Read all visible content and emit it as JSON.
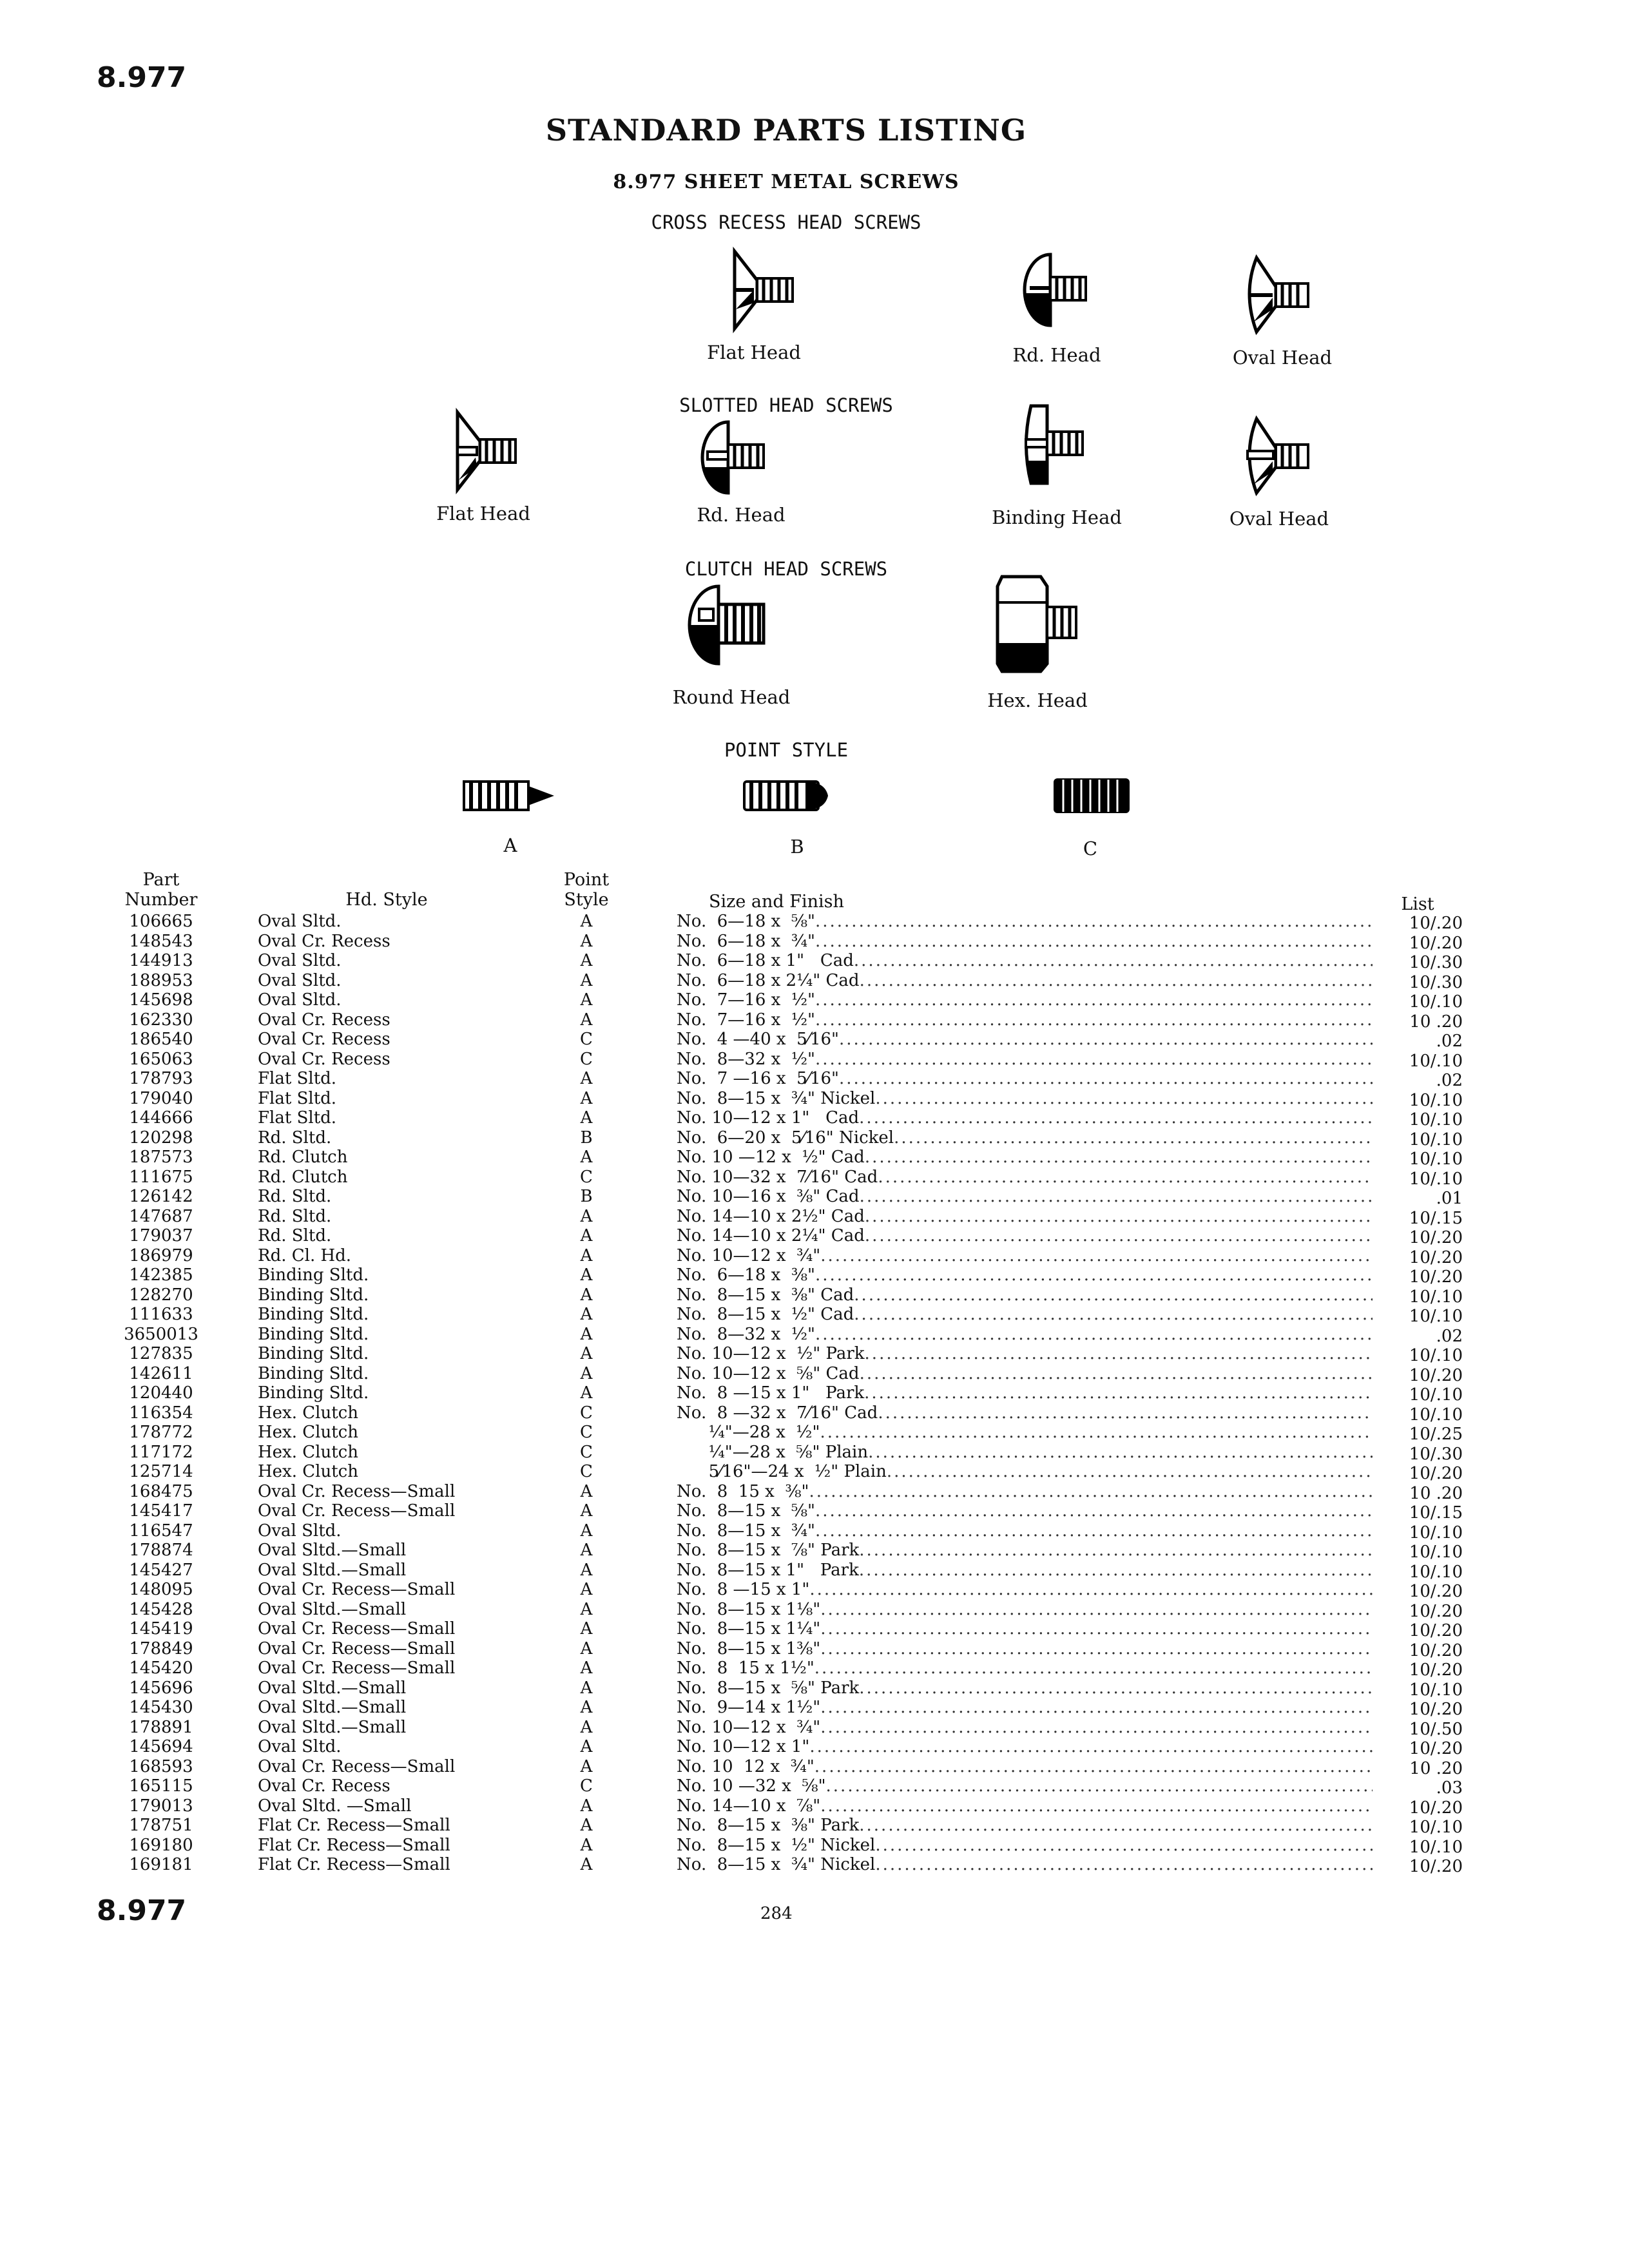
{
  "section_top": "8.977",
  "section_bottom": "8.977",
  "title": "STANDARD PARTS LISTING",
  "subtitle": "8.977  SHEET METAL SCREWS",
  "cross_recess": {
    "heading": "CROSS RECESS HEAD SCREWS",
    "items": [
      "Flat Head",
      "Rd. Head",
      "Oval Head"
    ]
  },
  "slotted": {
    "heading": "SLOTTED HEAD SCREWS",
    "items": [
      "Flat Head",
      "Rd. Head",
      "Binding Head",
      "Oval Head"
    ]
  },
  "clutch": {
    "heading": "CLUTCH HEAD SCREWS",
    "items": [
      "Round Head",
      "Hex. Head"
    ]
  },
  "point_style": {
    "heading": "POINT STYLE",
    "items": [
      "A",
      "B",
      "C"
    ]
  },
  "table": {
    "headers": {
      "part_1": "Part",
      "part_2": "Number",
      "hd": "Hd. Style",
      "pt_1": "Point",
      "pt_2": "Style",
      "size": "Size and Finish",
      "list": "List"
    },
    "rows": [
      {
        "part": "106665",
        "hd": "Oval Sltd.",
        "pt": "A",
        "size": "No.  6—18 x  ⅝\"",
        "list": "10/.20"
      },
      {
        "part": "148543",
        "hd": "Oval Cr. Recess",
        "pt": "A",
        "size": "No.  6—18 x  ¾\"",
        "list": "10/.20"
      },
      {
        "part": "144913",
        "hd": "Oval Sltd.",
        "pt": "A",
        "size": "No.  6—18 x 1\"   Cad",
        "list": "10/.30"
      },
      {
        "part": "188953",
        "hd": "Oval Sltd.",
        "pt": "A",
        "size": "No.  6—18 x 2¼\" Cad",
        "list": "10/.30"
      },
      {
        "part": "145698",
        "hd": "Oval Sltd.",
        "pt": "A",
        "size": "No.  7—16 x  ½\"",
        "list": "10/.10"
      },
      {
        "part": "162330",
        "hd": "Oval Cr. Recess",
        "pt": "A",
        "size": "No.  7—16 x  ½\"",
        "list": "10 .20"
      },
      {
        "part": "186540",
        "hd": "Oval Cr. Recess",
        "pt": "C",
        "size": "No.  4 —40 x  5⁄16\"",
        "list": ".02"
      },
      {
        "part": "165063",
        "hd": "Oval Cr. Recess",
        "pt": "C",
        "size": "No.  8—32 x  ½\"",
        "list": "10/.10"
      },
      {
        "part": "178793",
        "hd": "Flat Sltd.",
        "pt": "A",
        "size": "No.  7 —16 x  5⁄16\"",
        "list": ".02"
      },
      {
        "part": "179040",
        "hd": "Flat Sltd.",
        "pt": "A",
        "size": "No.  8—15 x  ¾\" Nickel",
        "list": "10/.10"
      },
      {
        "part": "144666",
        "hd": "Flat Sltd.",
        "pt": "A",
        "size": "No. 10—12 x 1\"   Cad",
        "list": "10/.10"
      },
      {
        "part": "120298",
        "hd": "Rd. Sltd.",
        "pt": "B",
        "size": "No.  6—20 x  5⁄16\" Nickel",
        "list": "10/.10"
      },
      {
        "part": "187573",
        "hd": "Rd. Clutch",
        "pt": "A",
        "size": "No. 10 —12 x  ½\" Cad",
        "list": "10/.10"
      },
      {
        "part": "111675",
        "hd": "Rd. Clutch",
        "pt": "C",
        "size": "No. 10—32 x  7⁄16\" Cad",
        "list": "10/.10"
      },
      {
        "part": "126142",
        "hd": "Rd. Sltd.",
        "pt": "B",
        "size": "No. 10—16 x  ⅜\" Cad",
        "list": ".01"
      },
      {
        "part": "147687",
        "hd": "Rd. Sltd.",
        "pt": "A",
        "size": "No. 14—10 x 2½\" Cad",
        "list": "10/.15"
      },
      {
        "part": "179037",
        "hd": "Rd. Sltd.",
        "pt": "A",
        "size": "No. 14—10 x 2¼\" Cad",
        "list": "10/.20"
      },
      {
        "part": "186979",
        "hd": "Rd. Cl. Hd.",
        "pt": "A",
        "size": "No. 10—12 x  ¾\"",
        "list": "10/.20"
      },
      {
        "part": "142385",
        "hd": "Binding Sltd.",
        "pt": "A",
        "size": "No.  6—18 x  ⅜\"",
        "list": "10/.20"
      },
      {
        "part": "128270",
        "hd": "Binding Sltd.",
        "pt": "A",
        "size": "No.  8—15 x  ⅜\" Cad",
        "list": "10/.10"
      },
      {
        "part": "111633",
        "hd": "Binding Sltd.",
        "pt": "A",
        "size": "No.  8—15 x  ½\" Cad",
        "list": "10/.10"
      },
      {
        "part": "3650013",
        "hd": "Binding Sltd.",
        "pt": "A",
        "size": "No.  8—32 x  ½\"",
        "list": ".02"
      },
      {
        "part": "127835",
        "hd": "Binding Sltd.",
        "pt": "A",
        "size": "No. 10—12 x  ½\" Park",
        "list": "10/.10"
      },
      {
        "part": "142611",
        "hd": "Binding Sltd.",
        "pt": "A",
        "size": "No. 10—12 x  ⅝\" Cad",
        "list": "10/.20"
      },
      {
        "part": "120440",
        "hd": "Binding Sltd.",
        "pt": "A",
        "size": "No.  8 —15 x 1\"   Park",
        "list": "10/.10"
      },
      {
        "part": "116354",
        "hd": "Hex. Clutch",
        "pt": "C",
        "size": "No.  8 —32 x  7⁄16\" Cad",
        "list": "10/.10"
      },
      {
        "part": "178772",
        "hd": "Hex. Clutch",
        "pt": "C",
        "size": "      ¼\"—28 x  ½\"",
        "list": "10/.25"
      },
      {
        "part": "117172",
        "hd": "Hex. Clutch",
        "pt": "C",
        "size": "      ¼\"—28 x  ⅝\" Plain",
        "list": "10/.30"
      },
      {
        "part": "125714",
        "hd": "Hex. Clutch",
        "pt": "C",
        "size": "      5⁄16\"—24 x  ½\" Plain",
        "list": "10/.20"
      },
      {
        "part": "168475",
        "hd": "Oval Cr. Recess—Small",
        "pt": "A",
        "size": "No.  8  15 x  ⅜\"",
        "list": "10 .20"
      },
      {
        "part": "145417",
        "hd": "Oval Cr. Recess—Small",
        "pt": "A",
        "size": "No.  8—15 x  ⅝\"",
        "list": "10/.15"
      },
      {
        "part": "116547",
        "hd": "Oval Sltd.",
        "pt": "A",
        "size": "No.  8—15 x  ¾\"",
        "list": "10/.10"
      },
      {
        "part": "178874",
        "hd": "Oval Sltd.—Small",
        "pt": "A",
        "size": "No.  8—15 x  ⅞\" Park",
        "list": "10/.10"
      },
      {
        "part": "145427",
        "hd": "Oval Sltd.—Small",
        "pt": "A",
        "size": "No.  8—15 x 1\"   Park",
        "list": "10/.10"
      },
      {
        "part": "148095",
        "hd": "Oval Cr. Recess—Small",
        "pt": "A",
        "size": "No.  8 —15 x 1\"",
        "list": "10/.20"
      },
      {
        "part": "145428",
        "hd": "Oval Sltd.—Small",
        "pt": "A",
        "size": "No.  8—15 x 1⅛\"",
        "list": "10/.20"
      },
      {
        "part": "145419",
        "hd": "Oval Cr. Recess—Small",
        "pt": "A",
        "size": "No.  8—15 x 1¼\"",
        "list": "10/.20"
      },
      {
        "part": "178849",
        "hd": "Oval Cr. Recess—Small",
        "pt": "A",
        "size": "No.  8—15 x 1⅜\"",
        "list": "10/.20"
      },
      {
        "part": "145420",
        "hd": "Oval Cr. Recess—Small",
        "pt": "A",
        "size": "No.  8  15 x 1½\"",
        "list": "10/.20"
      },
      {
        "part": "145696",
        "hd": "Oval Sltd.—Small",
        "pt": "A",
        "size": "No.  8—15 x  ⅝\" Park",
        "list": "10/.10"
      },
      {
        "part": "145430",
        "hd": "Oval Sltd.—Small",
        "pt": "A",
        "size": "No.  9—14 x 1½\"",
        "list": "10/.20"
      },
      {
        "part": "178891",
        "hd": "Oval Sltd.—Small",
        "pt": "A",
        "size": "No. 10—12 x  ¾\"",
        "list": "10/.50"
      },
      {
        "part": "145694",
        "hd": "Oval Sltd.",
        "pt": "A",
        "size": "No. 10—12 x 1\"",
        "list": "10/.20"
      },
      {
        "part": "168593",
        "hd": "Oval Cr. Recess—Small",
        "pt": "A",
        "size": "No. 10  12 x  ¾\"",
        "list": "10 .20"
      },
      {
        "part": "165115",
        "hd": "Oval Cr. Recess",
        "pt": "C",
        "size": "No. 10 —32 x  ⅝\"",
        "list": ".03"
      },
      {
        "part": "179013",
        "hd": "Oval Sltd. —Small",
        "pt": "A",
        "size": "No. 14—10 x  ⅞\"",
        "list": "10/.20"
      },
      {
        "part": "178751",
        "hd": "Flat Cr. Recess—Small",
        "pt": "A",
        "size": "No.  8—15 x  ⅜\" Park",
        "list": "10/.10"
      },
      {
        "part": "169180",
        "hd": "Flat Cr. Recess—Small",
        "pt": "A",
        "size": "No.  8—15 x  ½\" Nickel",
        "list": "10/.10"
      },
      {
        "part": "169181",
        "hd": "Flat Cr. Recess—Small",
        "pt": "A",
        "size": "No.  8—15 x  ¾\" Nickel",
        "list": "10/.20"
      }
    ]
  },
  "page_number": "284"
}
